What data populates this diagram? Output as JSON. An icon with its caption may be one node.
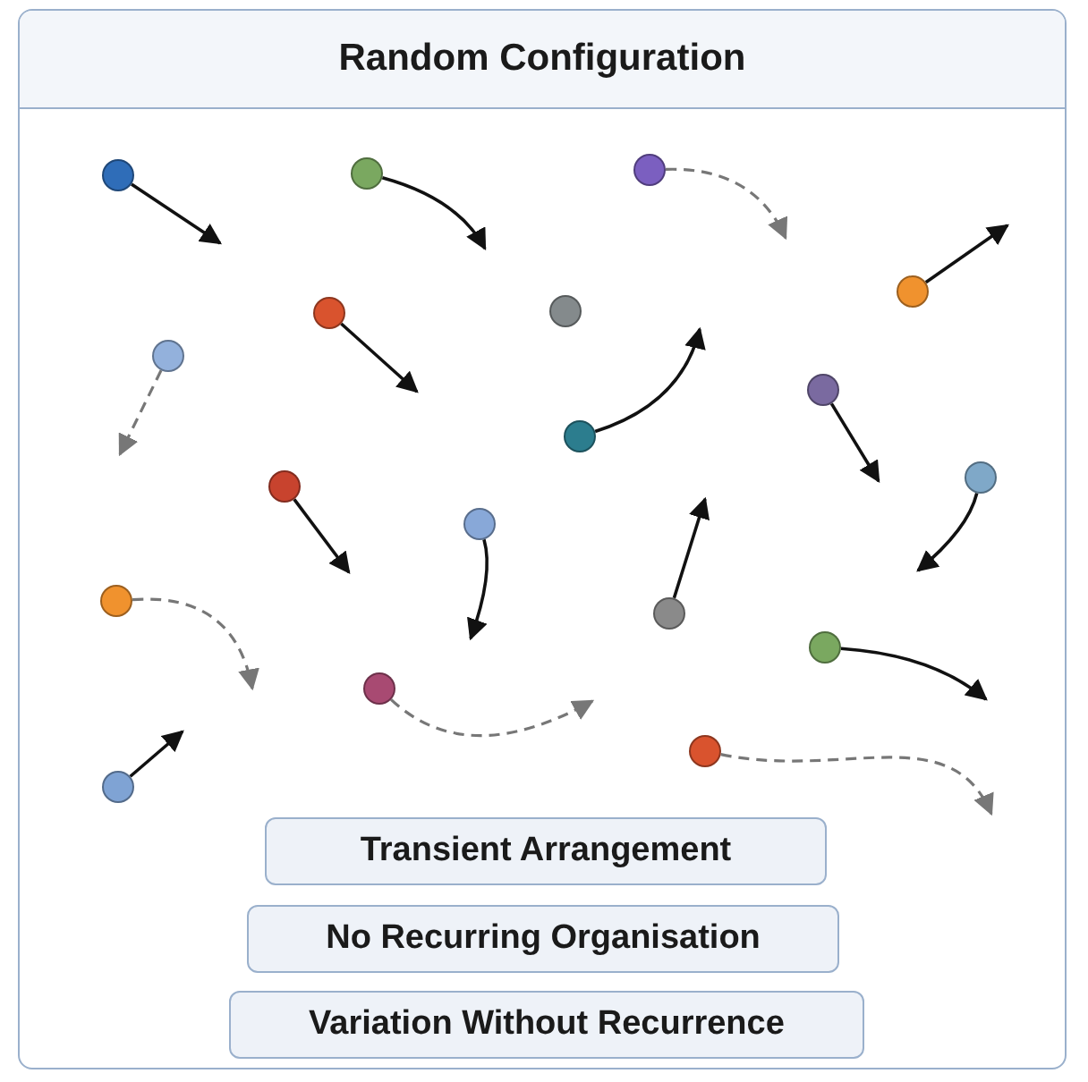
{
  "diagram": {
    "nodes": [
      {
        "text": [
          "Random Configuration"
        ]
      },
      {
        "text": [],
        "shape": "circle",
        "in": 0
      },
      {
        "text": [],
        "shape": "circle",
        "in": 0
      },
      {
        "text": [],
        "shape": "circle",
        "in": 0
      },
      {
        "text": [],
        "shape": "circle",
        "in": 0
      },
      {
        "text": [],
        "shape": "circle",
        "in": 0
      },
      {
        "text": [],
        "shape": "circle",
        "in": 0
      },
      {
        "text": [],
        "shape": "circle",
        "in": 0
      },
      {
        "text": [],
        "shape": "circle",
        "in": 0
      },
      {
        "text": [],
        "shape": "circle",
        "in": 0
      },
      {
        "text": [],
        "shape": "circle",
        "in": 0
      },
      {
        "text": [],
        "shape": "circle",
        "in": 0
      },
      {
        "text": [],
        "shape": "circle",
        "in": 0
      },
      {
        "text": [],
        "shape": "circle",
        "in": 0
      },
      {
        "text": [],
        "shape": "circle",
        "in": 0
      },
      {
        "text": [],
        "shape": "circle",
        "in": 0
      },
      {
        "text": [],
        "shape": "circle",
        "in": 0
      },
      {
        "text": [],
        "shape": "circle",
        "in": 0
      },
      {
        "text": [],
        "shape": "circle",
        "in": 0
      },
      {
        "text": [
          "Transient Arrangement"
        ],
        "in": 0
      },
      {
        "text": [
          "No Recurring Organisation"
        ],
        "in": 0
      },
      {
        "text": [
          "Variation Without Recurrence"
        ],
        "in": 0
      }
    ],
    "edges": [
      {
        "from": 1,
        "to": null,
        "arrow": "to"
      },
      {
        "from": 2,
        "to": null,
        "arrow": "to"
      },
      {
        "from": 3,
        "to": null,
        "arrow": "to",
        "style": "dashed",
        "color": "#777777"
      },
      {
        "from": 4,
        "to": null,
        "arrow": "to"
      },
      {
        "from": 5,
        "to": null,
        "arrow": "to"
      },
      {
        "from": 7,
        "to": null,
        "arrow": "to",
        "style": "dashed",
        "color": "#777777"
      },
      {
        "from": 8,
        "to": null,
        "arrow": "to"
      },
      {
        "from": 9,
        "to": null,
        "arrow": "to"
      },
      {
        "from": 10,
        "to": null,
        "arrow": "to"
      },
      {
        "from": 11,
        "to": null,
        "arrow": "to"
      },
      {
        "from": 12,
        "to": null,
        "arrow": "to"
      },
      {
        "from": 13,
        "to": null,
        "arrow": "to",
        "style": "dashed",
        "color": "#777777"
      },
      {
        "from": 14,
        "to": null,
        "arrow": "to"
      },
      {
        "from": 15,
        "to": null,
        "arrow": "to"
      },
      {
        "from": 16,
        "to": null,
        "arrow": "to",
        "style": "dashed",
        "color": "#777777"
      },
      {
        "from": 17,
        "to": null,
        "arrow": "to"
      },
      {
        "from": 18,
        "to": null,
        "arrow": "to",
        "style": "dashed",
        "color": "#777777"
      }
    ]
  }
}
